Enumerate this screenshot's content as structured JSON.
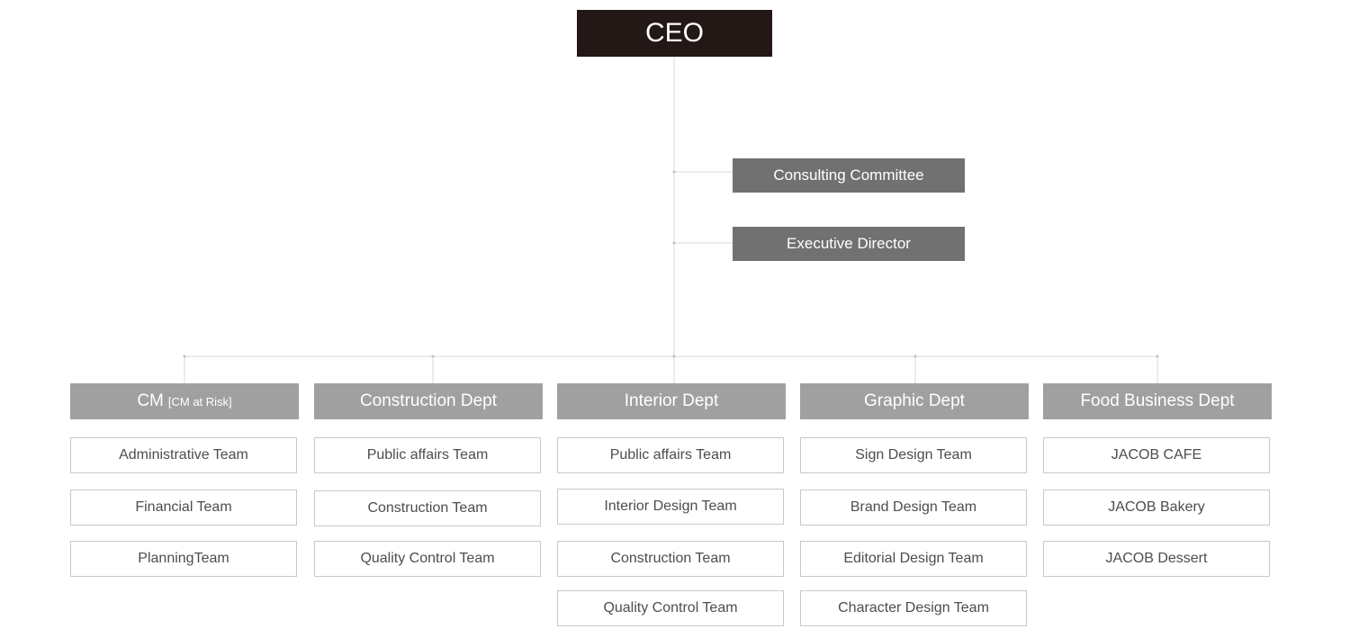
{
  "ceo": {
    "label": "CEO"
  },
  "committee": {
    "label": "Consulting Committee"
  },
  "executive": {
    "label": "Executive Director"
  },
  "departments": [
    {
      "label": "CM",
      "note": "[CM at Risk]",
      "teams": [
        "Administrative Team",
        "Financial Team",
        "PlanningTeam"
      ]
    },
    {
      "label": "Construction Dept",
      "note": "",
      "teams": [
        "Public affairs Team",
        "Construction Team",
        "Quality Control Team"
      ]
    },
    {
      "label": "Interior Dept",
      "note": "",
      "teams": [
        "Public affairs Team",
        "Interior Design Team",
        "Construction Team",
        "Quality Control Team"
      ]
    },
    {
      "label": "Graphic Dept",
      "note": "",
      "teams": [
        "Sign Design Team",
        "Brand Design Team",
        "Editorial Design Team",
        "Character Design Team"
      ]
    },
    {
      "label": "Food Business Dept",
      "note": "",
      "teams": [
        "JACOB CAFE",
        "JACOB Bakery",
        "JACOB Dessert"
      ]
    }
  ],
  "colors": {
    "ceo_bg": "#231815",
    "staff_bg": "#727171",
    "dept_bg": "#a0a0a0",
    "team_border": "#c9c9c9",
    "team_text": "#4d4d4d",
    "connector": "#d9d9d9"
  }
}
